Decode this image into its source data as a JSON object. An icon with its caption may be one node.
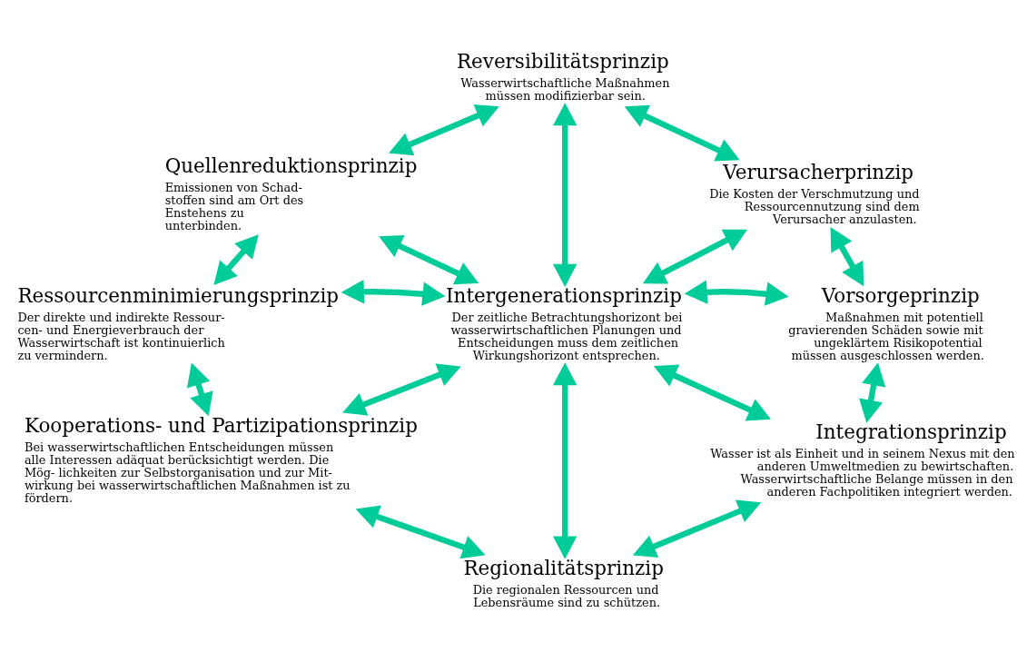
{
  "diagram": {
    "nodes": [
      {
        "text": [
          "Reversibilitätsprinzip",
          "Wasserwirtschaftliche Maßnahmen müssen modifizierbar sein."
        ]
      },
      {
        "text": [
          "Quellenreduktionsprinzip",
          "Emissionen von Schad- stoffen sind am Ort des Enstehens zu unterbinden."
        ]
      },
      {
        "text": [
          "Verursacherprinzip",
          "Die Kosten der Verschmutzung und Ressourcennutzung sind dem Verursacher anzulasten."
        ]
      },
      {
        "text": [
          "Ressourcenminimierungsprinzip",
          "Der direkte und indirekte Ressour- cen- und Energieverbrauch der Wasserwirtschaft ist kontinuierlich zu vermindern."
        ]
      },
      {
        "text": [
          "Intergenerationsprinzip",
          "Der zeitliche Betrachtungshorizont bei wasserwirtschaftlichen Planungen und Entscheidungen muss dem zeitlichen Wirkungshorizont entsprechen."
        ]
      },
      {
        "text": [
          "Vorsorgeprinzip",
          "Maßnahmen mit potentiell gravierenden Schäden sowie mit ungeklärtem Risikopotential müssen ausgeschlossen werden."
        ]
      },
      {
        "text": [
          "Kooperations- und Partizipationsprinzip",
          "Bei wasserwirtschaftlichen Entscheidungen müssen alle Interessen adäquat berücksichtigt werden. Die Mög- lichkeiten zur Selbstorganisation und zur Mit- wirkung bei wasserwirtschaftlichen Maßnahmen ist zu fördern."
        ]
      },
      {
        "text": [
          "Integrationsprinzip",
          "Wasser ist als Einheit und in seinem Nexus mit den anderen Umweltmedien zu bewirtschaften. Wasserwirtschaftliche Belange müssen in den anderen Fachpolitiken integriert werden."
        ]
      },
      {
        "text": [
          "Regionalitätsprinzip",
          "Die regionalen Ressourcen und Lebensräume sind zu schützen."
        ]
      }
    ],
    "edges": [
      {
        "from": 0,
        "to": 1,
        "arrow": "both"
      },
      {
        "from": 0,
        "to": 2,
        "arrow": "both"
      },
      {
        "from": 0,
        "to": 4,
        "arrow": "both"
      },
      {
        "from": 1,
        "to": 4,
        "arrow": "both"
      },
      {
        "from": 1,
        "to": 3,
        "arrow": "both"
      },
      {
        "from": 2,
        "to": 4,
        "arrow": "both"
      },
      {
        "from": 2,
        "to": 5,
        "arrow": "both"
      },
      {
        "from": 3,
        "to": 4,
        "arrow": "both"
      },
      {
        "from": 4,
        "to": 5,
        "arrow": "both"
      },
      {
        "from": 3,
        "to": 6,
        "arrow": "both"
      },
      {
        "from": 4,
        "to": 6,
        "arrow": "both"
      },
      {
        "from": 4,
        "to": 8,
        "arrow": "both"
      },
      {
        "from": 4,
        "to": 7,
        "arrow": "both"
      },
      {
        "from": 5,
        "to": 7,
        "arrow": "both"
      },
      {
        "from": 6,
        "to": 8,
        "arrow": "both"
      },
      {
        "from": 7,
        "to": 8,
        "arrow": "both"
      }
    ]
  }
}
